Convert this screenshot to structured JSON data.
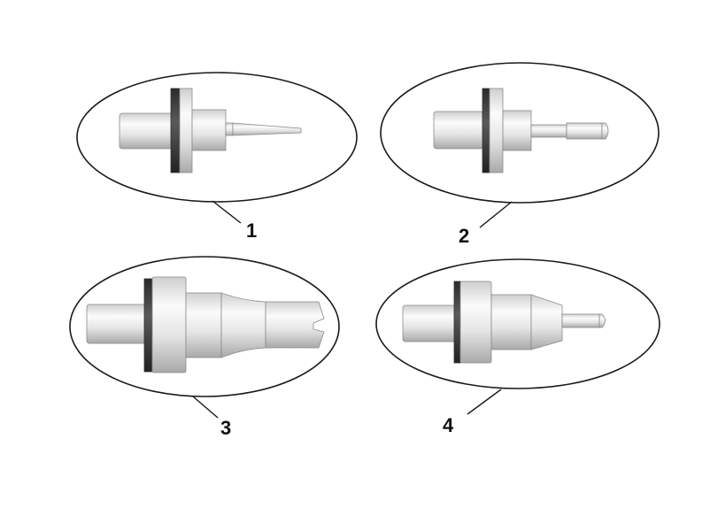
{
  "figure": {
    "items": [
      {
        "label": "1",
        "part": "tapered-nozzle-tip"
      },
      {
        "label": "2",
        "part": "stepped-pin-tip"
      },
      {
        "label": "3",
        "part": "slotted-tip"
      },
      {
        "label": "4",
        "part": "short-pin-tip"
      }
    ]
  },
  "colors": {
    "outline": "#1a1a1a",
    "metal_light": "#f4f4f4",
    "metal_shadow": "#b8b8b8",
    "gasket": "#3a3a3a"
  }
}
